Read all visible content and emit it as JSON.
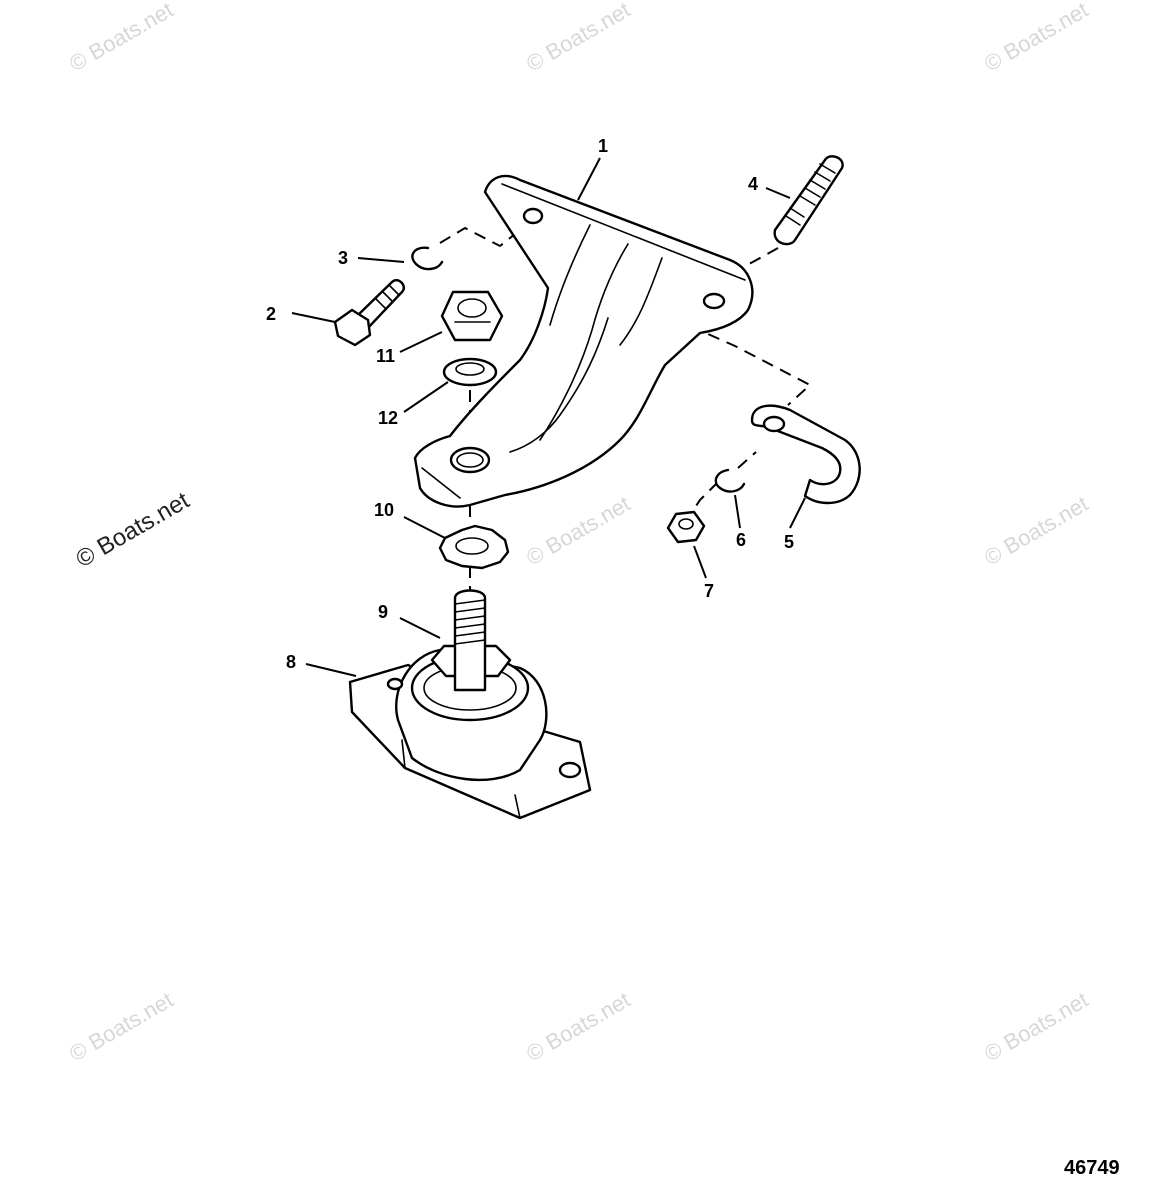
{
  "watermarks": {
    "text": "© Boats.net",
    "featured_text": "© Boats.net"
  },
  "callouts": [
    "1",
    "2",
    "3",
    "4",
    "5",
    "6",
    "7",
    "8",
    "9",
    "10",
    "11",
    "12"
  ],
  "figure_number": "46749",
  "colors": {
    "line_art": "#000000",
    "background": "#ffffff",
    "watermark": "#d7d7d7"
  }
}
